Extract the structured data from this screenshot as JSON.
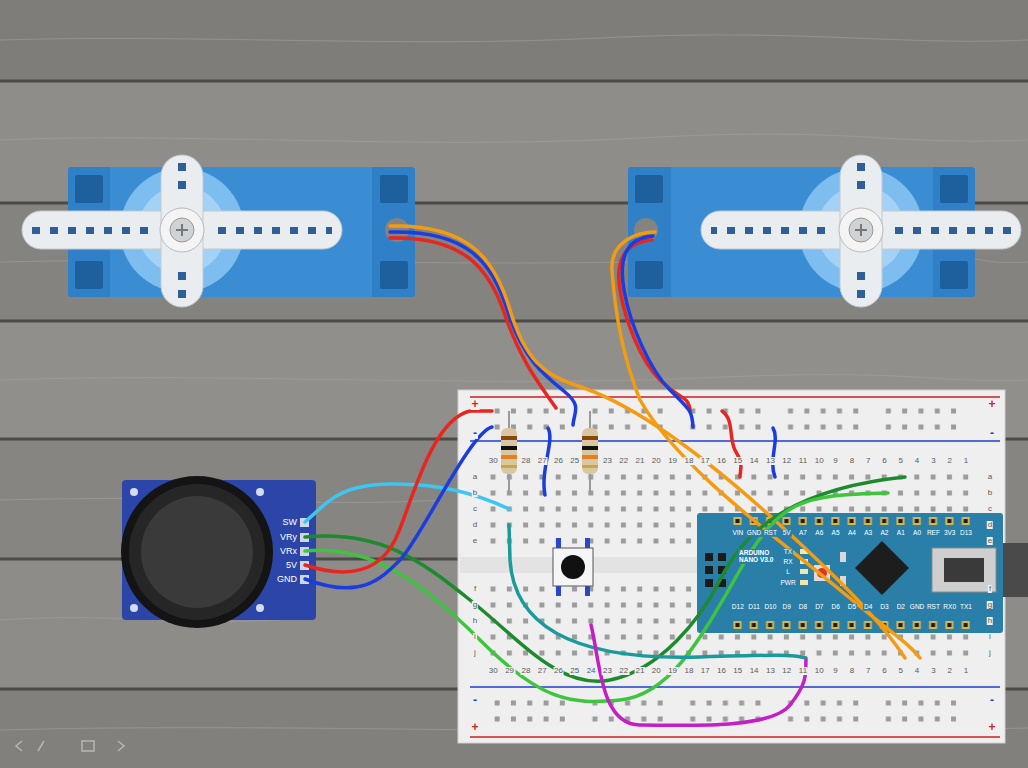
{
  "diagram": {
    "nodes": [
      {
        "text": [
          "SW",
          "VRy",
          "VRx",
          "5V",
          "GND"
        ]
      },
      {
        "text": [
          "ARDUINO NANO V3.0",
          "VIN",
          "GND",
          "RST",
          "5V",
          "A7",
          "A6",
          "A5",
          "A4",
          "A3",
          "A2",
          "A1",
          "A0",
          "REF",
          "3V3",
          "D13",
          "D12",
          "D11",
          "D10",
          "D9",
          "D8",
          "D7",
          "D6",
          "D5",
          "D4",
          "D3",
          "D2",
          "GND",
          "RST",
          "RX0",
          "TX1",
          "TX",
          "RX",
          "PWR",
          "L"
        ]
      }
    ],
    "labels": [
      "+",
      "-",
      "+",
      "-",
      "30",
      "28",
      "27",
      "26",
      "25",
      "23",
      "22",
      "21",
      "20",
      "19",
      "18",
      "17",
      "16",
      "15",
      "14",
      "13",
      "12",
      "11",
      "10",
      "9",
      "8",
      "7",
      "6",
      "5",
      "4",
      "3",
      "2",
      "1",
      "a",
      "b",
      "c",
      "d",
      "e",
      "f",
      "g",
      "h",
      "i",
      "j",
      "a",
      "b",
      "c",
      "d",
      "e",
      "f",
      "g",
      "h",
      "i",
      "j",
      "30",
      "29",
      "28",
      "27",
      "26",
      "25",
      "24",
      "23",
      "22",
      "21",
      "20",
      "19",
      "18",
      "17",
      "16",
      "15",
      "14",
      "13",
      "12",
      "11",
      "10",
      "9",
      "8",
      "7",
      "6",
      "5",
      "4",
      "3",
      "2",
      "1",
      "-",
      "+",
      "-",
      "+"
    ]
  }
}
